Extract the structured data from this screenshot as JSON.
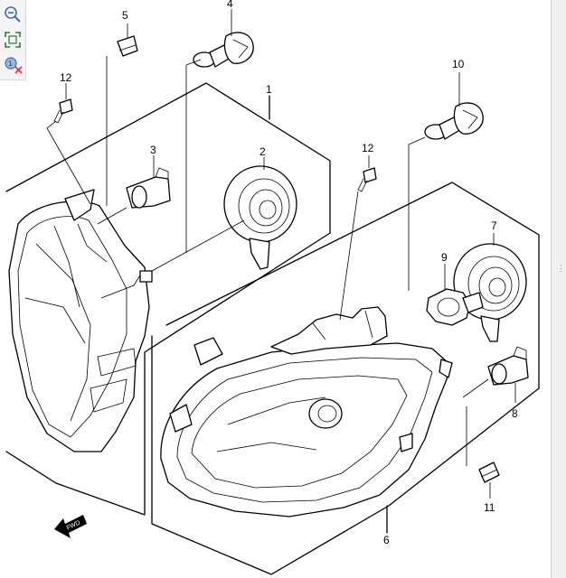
{
  "toolbar": {
    "tools": [
      {
        "name": "zoom-out",
        "glyph": "−"
      },
      {
        "name": "fit-page",
        "glyph": "⛶"
      },
      {
        "name": "reset-zoom",
        "glyph": "✕"
      }
    ]
  },
  "diagram": {
    "callouts": {
      "c1": "1",
      "c2": "2",
      "c3": "3",
      "c4": "4",
      "c5": "5",
      "c6": "6",
      "c7": "7",
      "c8": "8",
      "c9": "9",
      "c10": "10",
      "c11": "11",
      "c12a": "12",
      "c12b": "12"
    },
    "fwd_label": "FWD"
  },
  "colors": {
    "line": "#000000",
    "background": "#ffffff",
    "toolbar": "#f4f4f4"
  }
}
